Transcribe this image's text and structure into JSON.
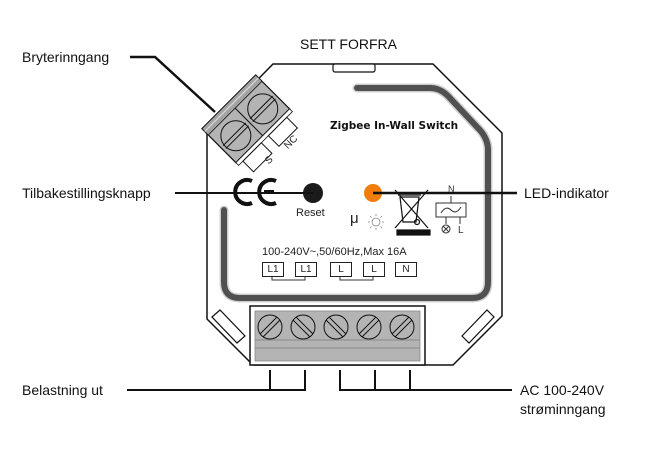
{
  "diagram": {
    "view_title": "SETT FORFRA",
    "product_name": "Zigbee In-Wall Switch",
    "rating_text": "100-240V~,50/60Hz,Max 16A",
    "reset_label": "Reset",
    "micro_symbol": "μ",
    "switch_terminals": [
      "S",
      "NC"
    ],
    "bottom_terminals": [
      "L1",
      "L1",
      "L",
      "L",
      "N"
    ],
    "wiring_symbol_labels": {
      "top": "N",
      "right": "L"
    },
    "callouts": {
      "switch_input": "Bryterinngang",
      "reset_button": "Tilbakestillingsknapp",
      "led_indicator": "LED-indikator",
      "load_output": "Belastning ut",
      "power_input_line1": "AC 100-240V",
      "power_input_line2": "strøminngang"
    },
    "colors": {
      "led": "#f07d0c",
      "terminal_block": "#b4b4b4",
      "inner_track": "#505050",
      "outline": "#111111"
    }
  }
}
